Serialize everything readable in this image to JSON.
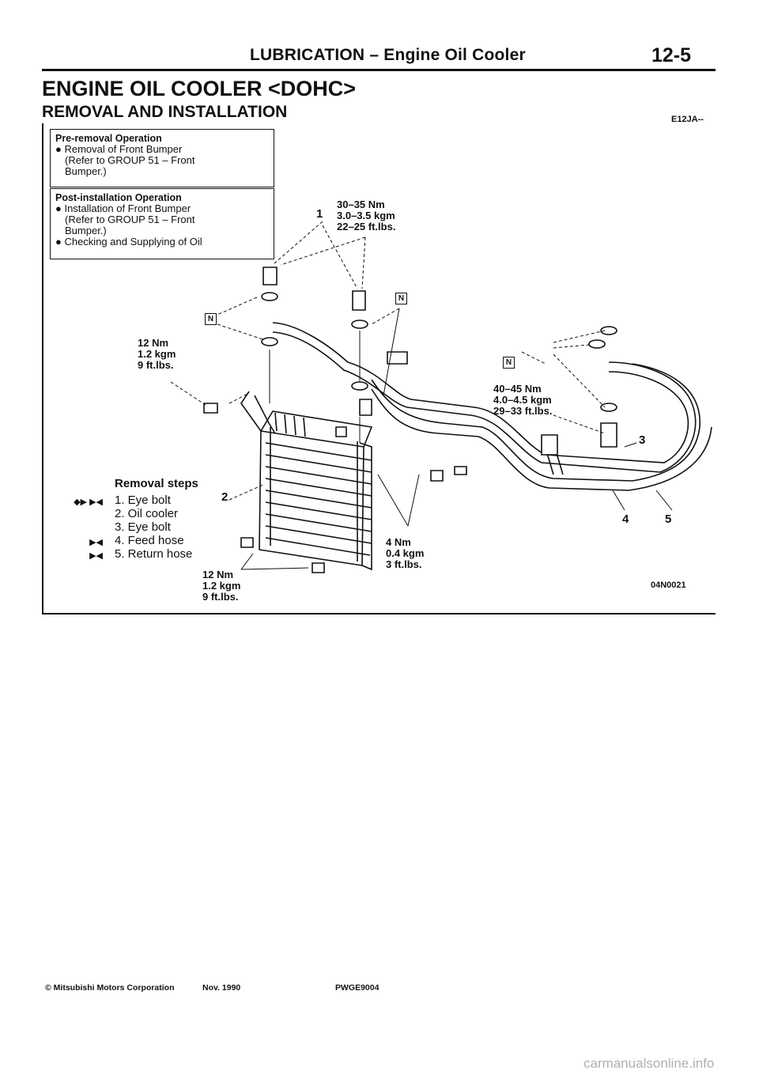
{
  "header": {
    "title": "LUBRICATION – Engine Oil Cooler",
    "page": "12-5"
  },
  "titles": {
    "main": "ENGINE OIL COOLER <DOHC>",
    "sub": "REMOVAL AND INSTALLATION",
    "code": "E12JA--"
  },
  "pre_removal": {
    "title": "Pre-removal Operation",
    "lines": [
      "● Removal of Front Bumper",
      "(Refer to GROUP 51 – Front",
      "Bumper.)"
    ]
  },
  "post_installation": {
    "title": "Post-installation Operation",
    "lines": [
      "● Installation of Front Bumper",
      "(Refer to GROUP 51 – Front",
      "Bumper.)",
      "● Checking and Supplying of Oil"
    ]
  },
  "torques": {
    "t1": [
      "30–35 Nm",
      "3.0–3.5 kgm",
      "22–25 ft.lbs."
    ],
    "t2": [
      "12 Nm",
      "1.2 kgm",
      "9 ft.lbs."
    ],
    "t3": [
      "40–45 Nm",
      "4.0–4.5 kgm",
      "29–33 ft.lbs."
    ],
    "t4": [
      "4 Nm",
      "0.4 kgm",
      "3 ft.lbs."
    ],
    "t5": [
      "12 Nm",
      "1.2 kgm",
      "9 ft.lbs."
    ]
  },
  "part_numbers": {
    "n1": "1",
    "n2": "2",
    "n3": "3",
    "n4": "4",
    "n5": "5"
  },
  "n_badge": "N",
  "removal": {
    "title": "Removal steps",
    "marks": [
      "◆▶ ▶◀",
      "",
      "",
      "▶◀",
      "▶◀"
    ],
    "steps": [
      "1. Eye bolt",
      "2. Oil cooler",
      "3. Eye bolt",
      "4. Feed hose",
      "5. Return hose"
    ]
  },
  "figure_code": "04N0021",
  "footer": {
    "copyright": "© Mitsubishi Motors Corporation",
    "date": "Nov. 1990",
    "doc": "PWGE9004"
  },
  "watermark": "carmanualsonline.info"
}
